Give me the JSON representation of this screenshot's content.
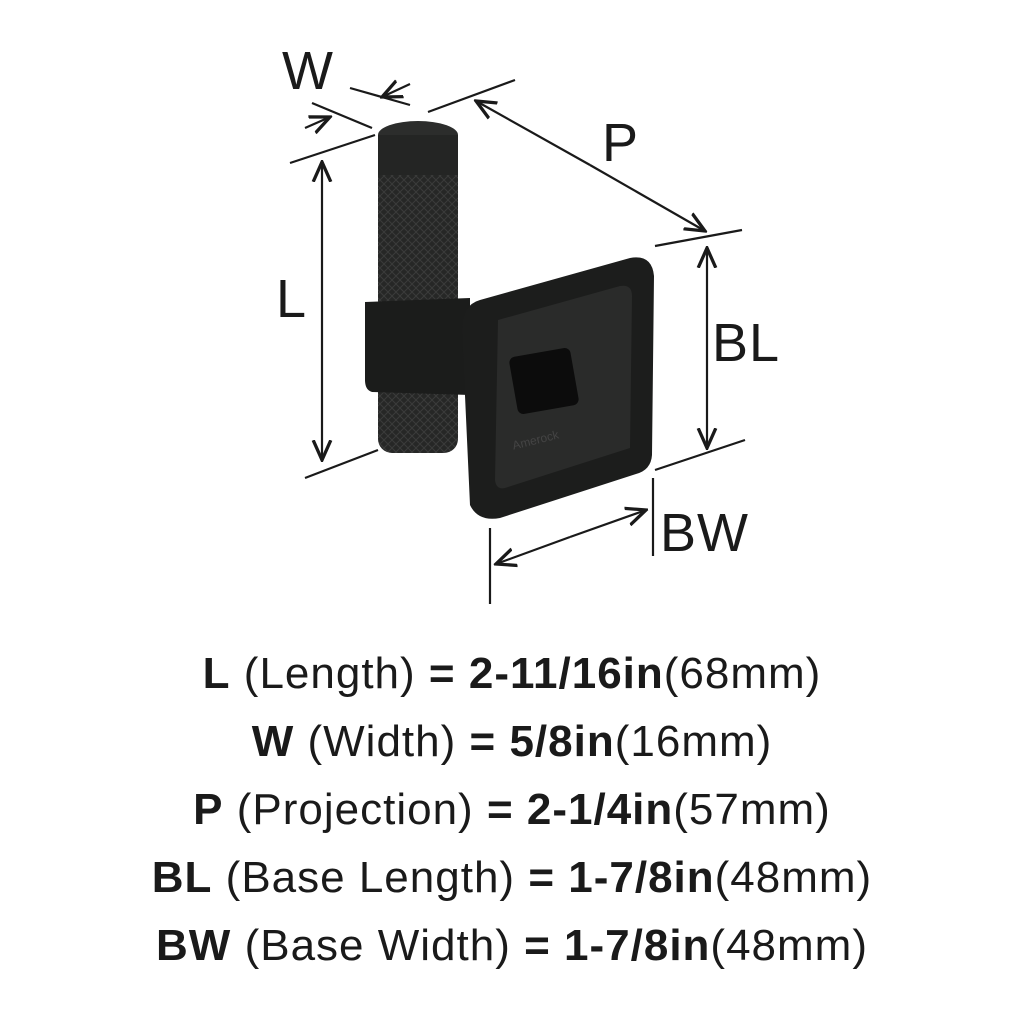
{
  "diagram": {
    "labels": {
      "W": "W",
      "P": "P",
      "L": "L",
      "BL": "BL",
      "BW": "BW"
    },
    "logo_text": "Amerock",
    "product_color": "#1e1f1e"
  },
  "specs": [
    {
      "code": "L",
      "name": "(Length)",
      "eq": "=",
      "inches": "2-11/16in",
      "mm": "(68mm)"
    },
    {
      "code": "W",
      "name": "(Width)",
      "eq": "=",
      "inches": "5/8in",
      "mm": "(16mm)"
    },
    {
      "code": "P",
      "name": "(Projection)",
      "eq": "=",
      "inches": "2-1/4in",
      "mm": "(57mm)"
    },
    {
      "code": "BL",
      "name": "(Base Length)",
      "eq": "=",
      "inches": "1-7/8in",
      "mm": "(48mm)"
    },
    {
      "code": "BW",
      "name": "(Base Width)",
      "eq": "=",
      "inches": "1-7/8in",
      "mm": "(48mm)"
    }
  ]
}
